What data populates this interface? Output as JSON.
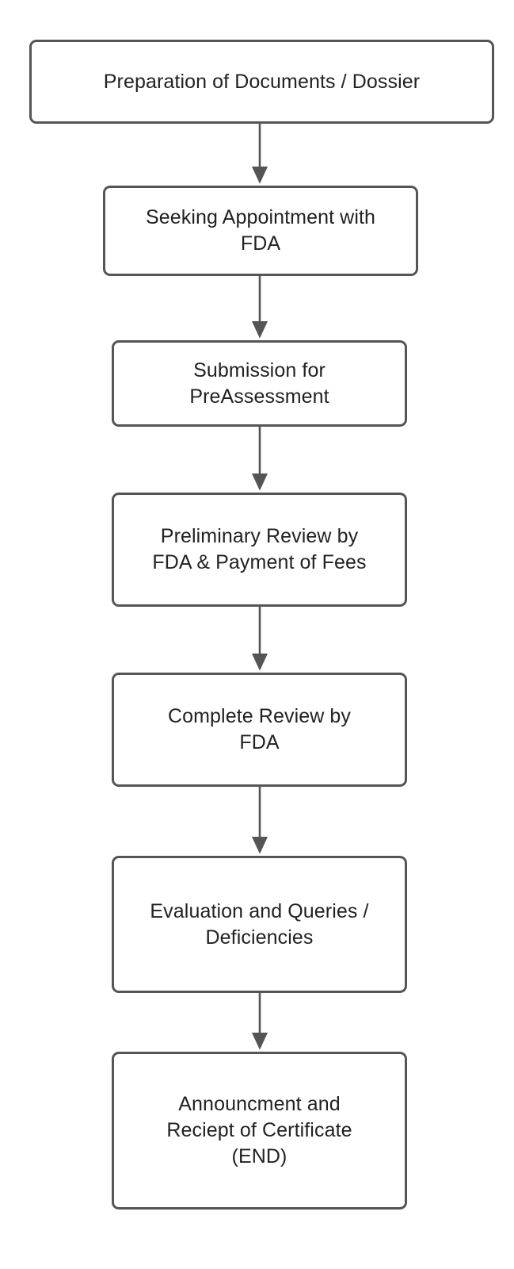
{
  "diagram": {
    "title": "FDA Product Registration Process Flowchart",
    "orientation": "top-to-bottom",
    "background_color": "#ffffff",
    "node_border_color": "#555555",
    "node_fill_color": "#ffffff",
    "node_text_color": "#222222",
    "edge_color": "#555555",
    "nodes": [
      {
        "id": "n0",
        "label": "Preparation of Documents / Dossier",
        "lines": [
          "Preparation of Documents / Dossier"
        ],
        "step": 1
      },
      {
        "id": "n1",
        "label": "Seeking Appointment with FDA",
        "lines": [
          "Seeking Appointment with",
          "FDA"
        ],
        "step": 2
      },
      {
        "id": "n2",
        "label": "Submission for PreAssessment",
        "lines": [
          "Submission for",
          "PreAssessment"
        ],
        "step": 3
      },
      {
        "id": "n3",
        "label": "Preliminary Review by FDA & Payment of Fees",
        "lines": [
          "Preliminary Review by",
          "FDA & Payment of Fees"
        ],
        "step": 4
      },
      {
        "id": "n4",
        "label": "Complete Review by FDA",
        "lines": [
          "Complete Review by",
          "FDA"
        ],
        "step": 5
      },
      {
        "id": "n5",
        "label": "Evaluation and Queries / Deficiencies",
        "lines": [
          "Evaluation and Queries /",
          "Deficiencies"
        ],
        "step": 6
      },
      {
        "id": "n6",
        "label": "Announcment and Reciept of Certificate (END)",
        "lines": [
          "Announcment and",
          "Reciept of Certificate",
          "(END)"
        ],
        "step": 7
      }
    ],
    "edges": [
      {
        "from": "n0",
        "to": "n1",
        "label": ""
      },
      {
        "from": "n1",
        "to": "n2",
        "label": ""
      },
      {
        "from": "n2",
        "to": "n3",
        "label": ""
      },
      {
        "from": "n3",
        "to": "n4",
        "label": ""
      },
      {
        "from": "n4",
        "to": "n5",
        "label": ""
      },
      {
        "from": "n5",
        "to": "n6",
        "label": ""
      }
    ]
  }
}
